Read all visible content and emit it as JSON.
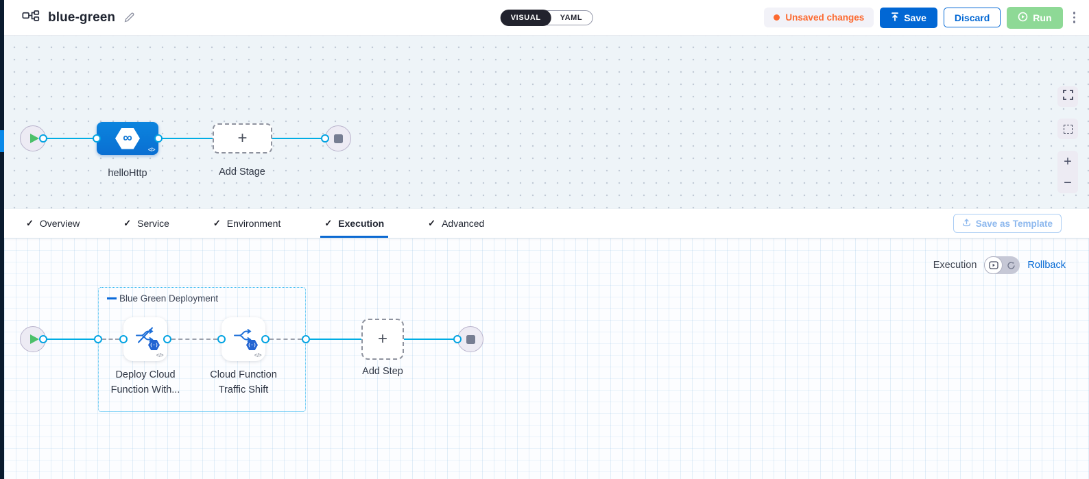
{
  "header": {
    "title": "blue-green",
    "mode_toggle": {
      "visual": "VISUAL",
      "yaml": "YAML",
      "selected": "VISUAL"
    },
    "unsaved_badge": "Unsaved changes",
    "save_label": "Save",
    "discard_label": "Discard",
    "run_label": "Run"
  },
  "stage_canvas": {
    "stage_label": "helloHttp",
    "add_stage_label": "Add Stage",
    "plus": "+",
    "zoom_in": "+",
    "zoom_out": "−"
  },
  "tabs": {
    "check": "✓",
    "items": [
      {
        "label": "Overview"
      },
      {
        "label": "Service"
      },
      {
        "label": "Environment"
      },
      {
        "label": "Execution"
      },
      {
        "label": "Advanced"
      }
    ],
    "active": "Execution",
    "save_as_template": "Save as Template"
  },
  "execution": {
    "mode_label": "Execution",
    "rollback_label": "Rollback",
    "group_label": "Blue Green Deployment",
    "steps": [
      {
        "line1": "Deploy Cloud",
        "line2": "Function With..."
      },
      {
        "line1": "Cloud Function",
        "line2": "Traffic Shift"
      }
    ],
    "add_step_label": "Add Step",
    "plus": "+"
  },
  "icons": {
    "code": "</>",
    "badge": "(-)",
    "infinity": "∞"
  },
  "colors": {
    "accent_blue": "#0167d4",
    "wire_cyan": "#00ade4",
    "unsaved_orange": "#fc6a30",
    "run_green": "#8ed996",
    "nav_dark": "#0a1b2e",
    "stage_blue": "#0b7ad8",
    "group_border": "#38b9f1",
    "tab_underline": "#0b69d2"
  }
}
